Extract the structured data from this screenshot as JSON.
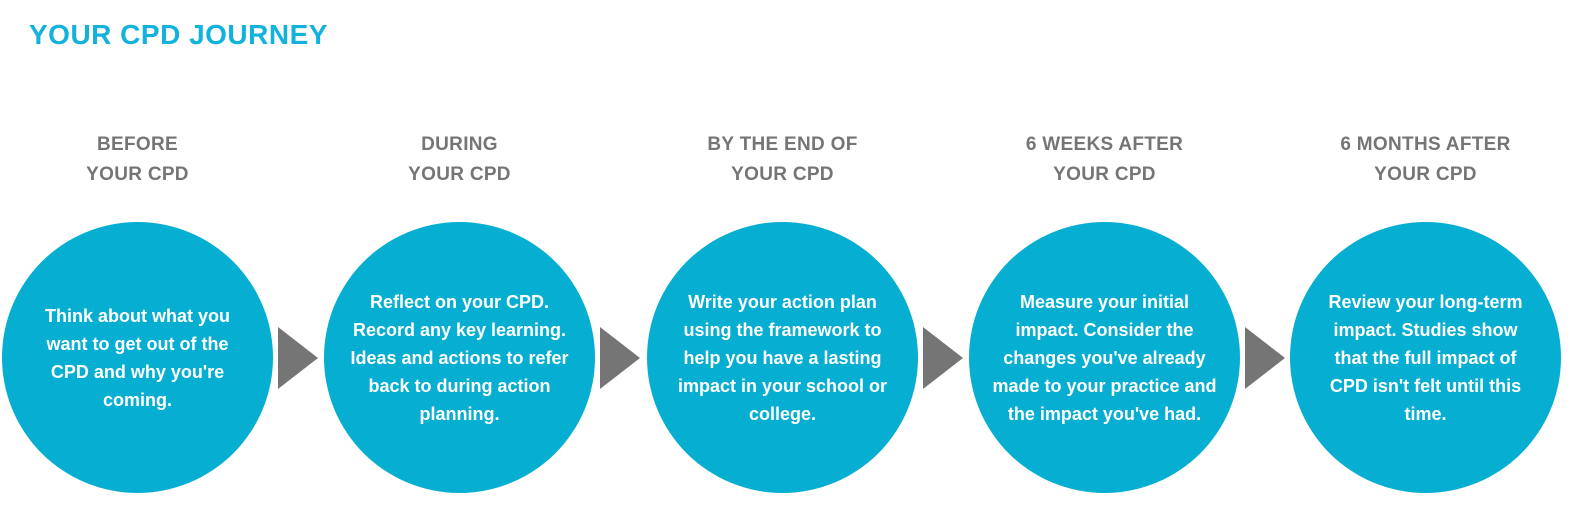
{
  "title": "YOUR CPD JOURNEY",
  "colors": {
    "title": "#12b2de",
    "circle": "#06aed2",
    "arrow": "#757575",
    "header_text": "#757575",
    "circle_text": "#ffffff",
    "background": "#ffffff"
  },
  "steps": [
    {
      "header_line1": "BEFORE",
      "header_line2": "YOUR CPD",
      "header": "BEFORE\nYOUR CPD",
      "body": "Think about what you want to get out of the CPD and why you're coming."
    },
    {
      "header_line1": "DURING",
      "header_line2": "YOUR CPD",
      "header": "DURING\nYOUR CPD",
      "body": "Reflect on your CPD. Record any key learning. Ideas and actions to refer back to during action planning."
    },
    {
      "header_line1": "BY THE END OF",
      "header_line2": "YOUR CPD",
      "header": "BY THE END OF\nYOUR CPD",
      "body": "Write your action plan using the framework to help you have a lasting impact in your school or college."
    },
    {
      "header_line1": "6 WEEKS AFTER",
      "header_line2": "YOUR CPD",
      "header": "6 WEEKS AFTER\nYOUR CPD",
      "body": "Measure your initial impact. Consider the changes you've already made to your practice and the impact you've had."
    },
    {
      "header_line1": "6 MONTHS AFTER",
      "header_line2": "YOUR CPD",
      "header": "6 MONTHS AFTER\nYOUR CPD",
      "body": "Review your long-term impact. Studies show that the full impact of CPD isn't felt until this time."
    }
  ],
  "arrows": [
    {
      "name": "arrow-1-to-2"
    },
    {
      "name": "arrow-2-to-3"
    },
    {
      "name": "arrow-3-to-4"
    },
    {
      "name": "arrow-4-to-5"
    }
  ]
}
